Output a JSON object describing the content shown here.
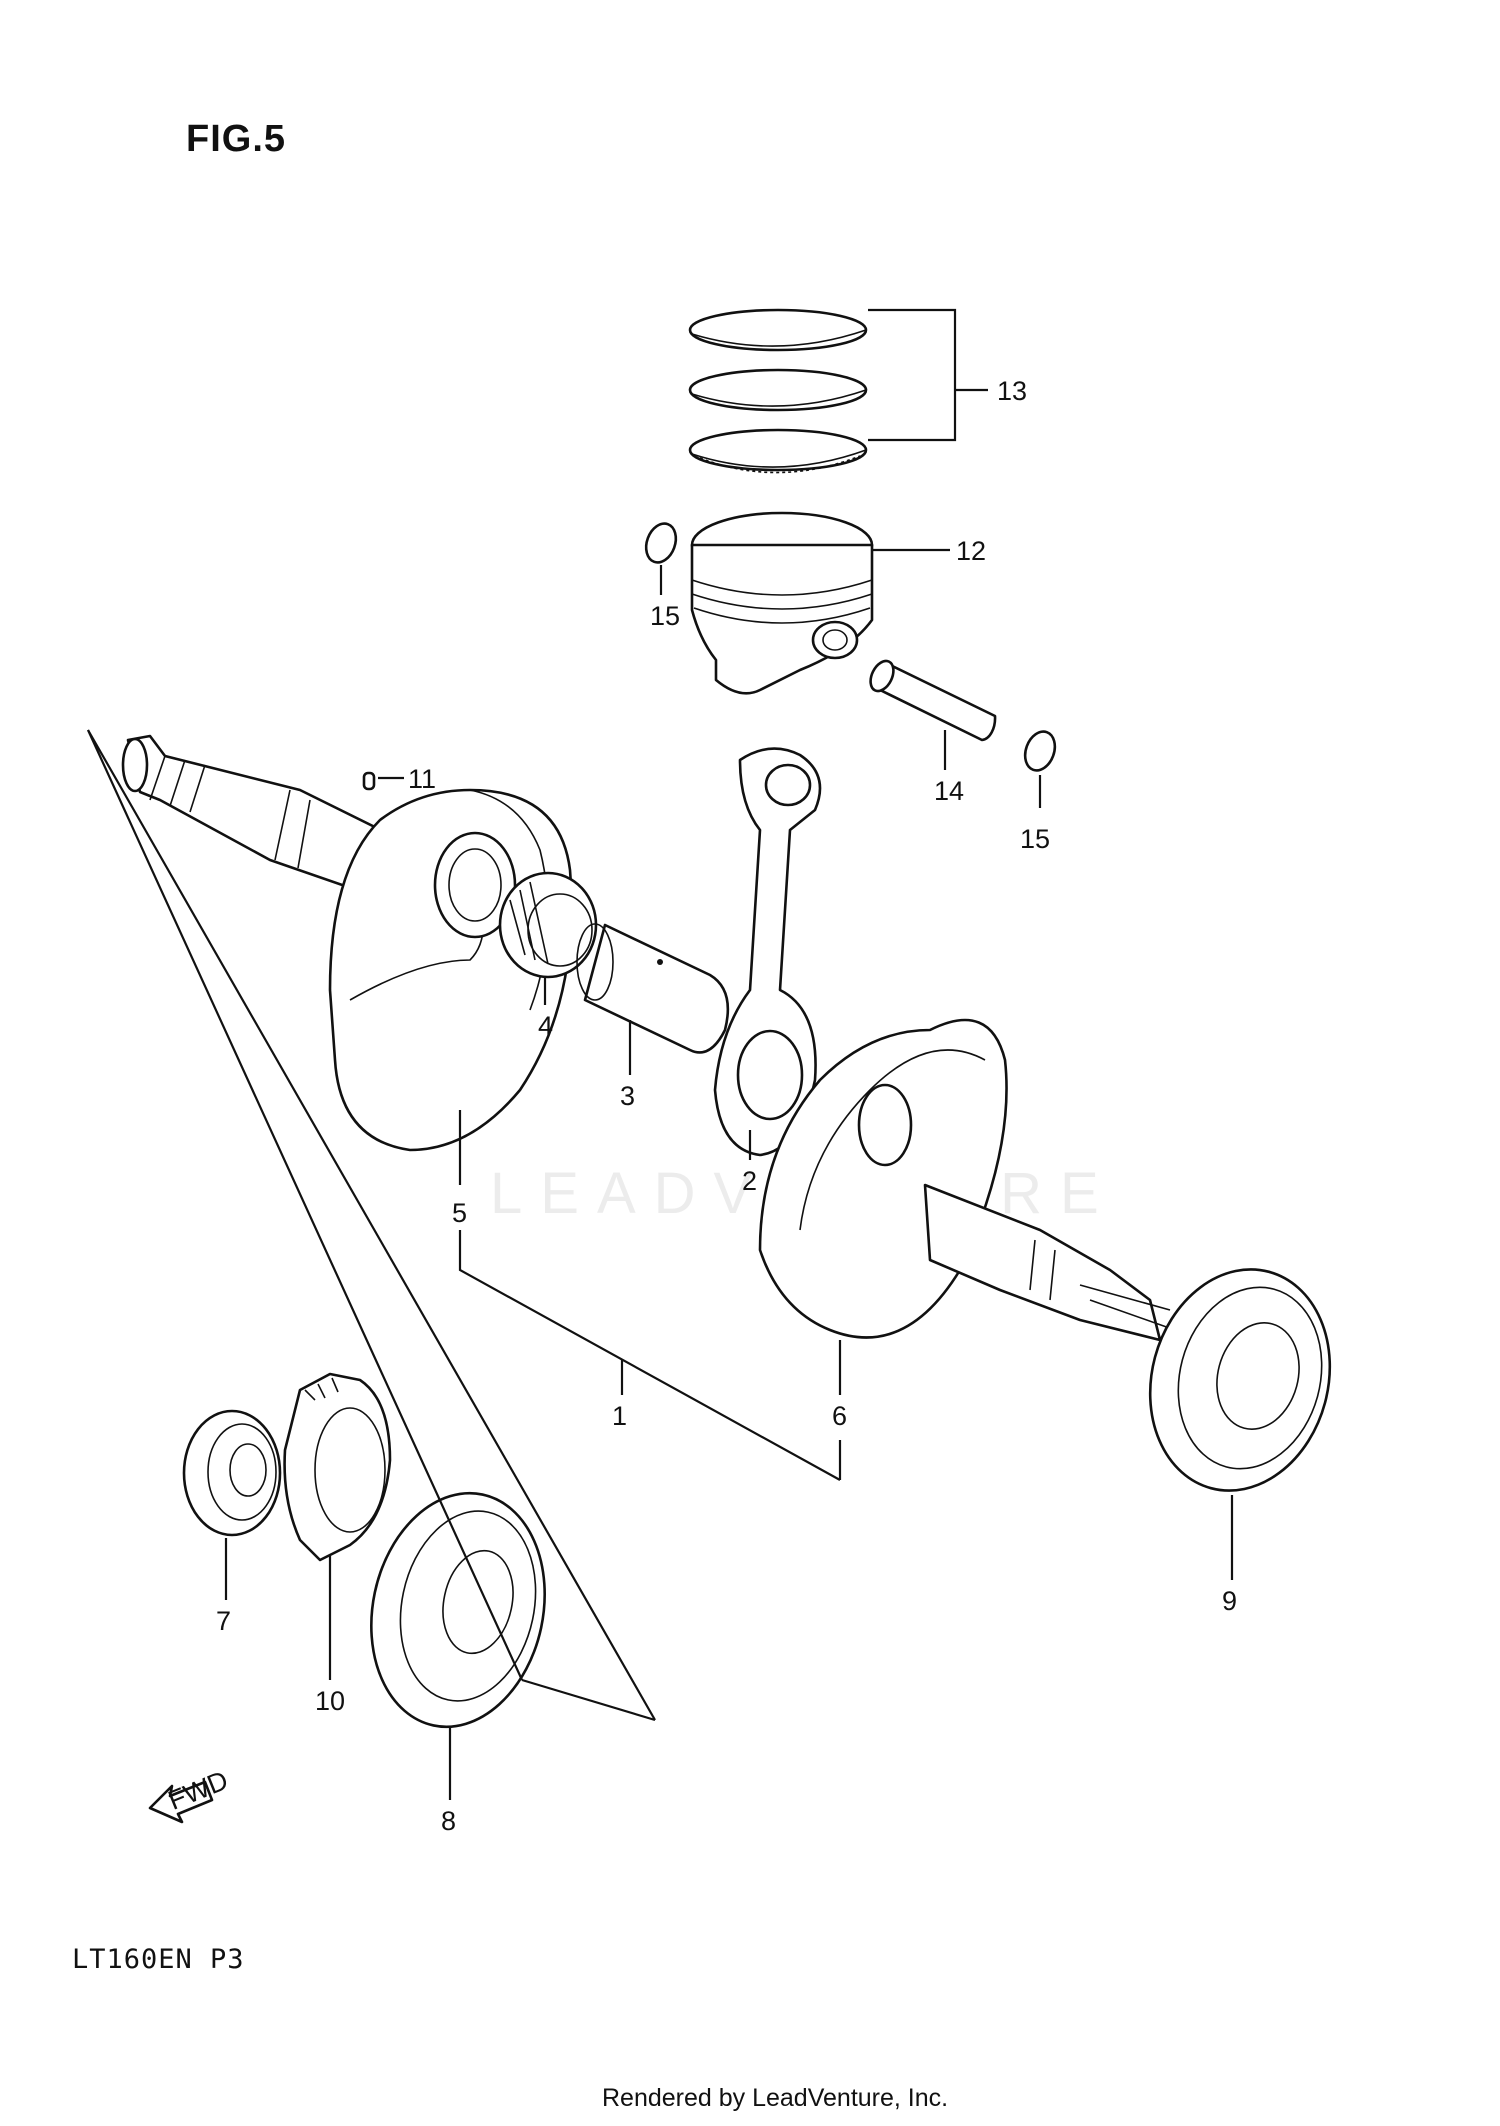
{
  "figure": {
    "title": "FIG.5",
    "model_code": "LT160EN  P3",
    "credit": "Rendered by LeadVenture, Inc.",
    "watermark": "LEADVENTURE"
  },
  "callouts": [
    {
      "id": "1",
      "label": "1"
    },
    {
      "id": "2",
      "label": "2"
    },
    {
      "id": "3",
      "label": "3"
    },
    {
      "id": "4",
      "label": "4"
    },
    {
      "id": "5",
      "label": "5"
    },
    {
      "id": "6",
      "label": "6"
    },
    {
      "id": "7",
      "label": "7"
    },
    {
      "id": "8",
      "label": "8"
    },
    {
      "id": "9",
      "label": "9"
    },
    {
      "id": "10",
      "label": "10"
    },
    {
      "id": "11",
      "label": "11"
    },
    {
      "id": "12",
      "label": "12"
    },
    {
      "id": "13",
      "label": "13"
    },
    {
      "id": "14",
      "label": "14"
    },
    {
      "id": "15a",
      "label": "15"
    },
    {
      "id": "15b",
      "label": "15"
    }
  ],
  "fwd_arrow": {
    "label": "FWD"
  }
}
